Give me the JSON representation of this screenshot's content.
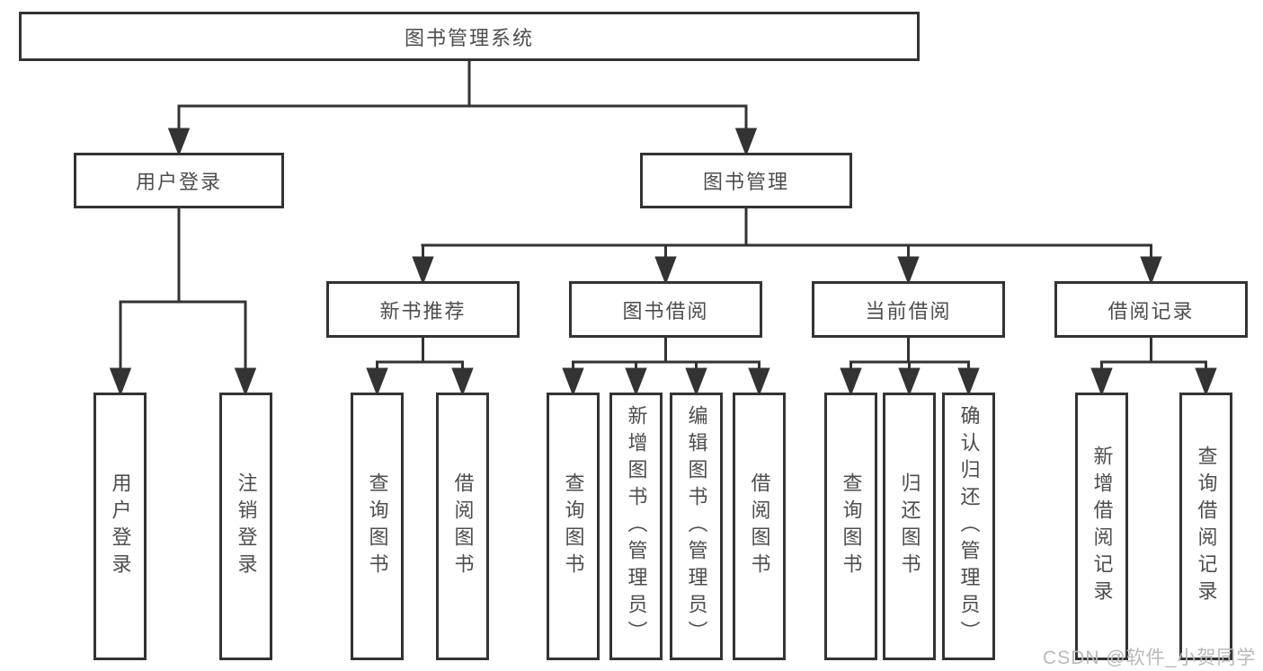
{
  "root": "图书管理系统",
  "branches": [
    {
      "label": "用户登录",
      "children": [
        "用户登录",
        "注销登录"
      ]
    },
    {
      "label": "图书管理",
      "children": [
        {
          "label": "新书推荐",
          "children": [
            "查询图书",
            "借阅图书"
          ]
        },
        {
          "label": "图书借阅",
          "children": [
            "查询图书",
            "新增图书（管理员）",
            "编辑图书（管理员）",
            "借阅图书"
          ]
        },
        {
          "label": "当前借阅",
          "children": [
            "查询图书",
            "归还图书",
            "确认归还（管理员）"
          ]
        },
        {
          "label": "借阅记录",
          "children": [
            "新增借阅记录",
            "查询借阅记录"
          ]
        }
      ]
    }
  ],
  "watermark": "CSDN @软件_小贺同学",
  "colors": {
    "line": "#333333",
    "text": "#4d4d4d",
    "watermark": "#b9b9b9",
    "background": "#ffffff"
  }
}
